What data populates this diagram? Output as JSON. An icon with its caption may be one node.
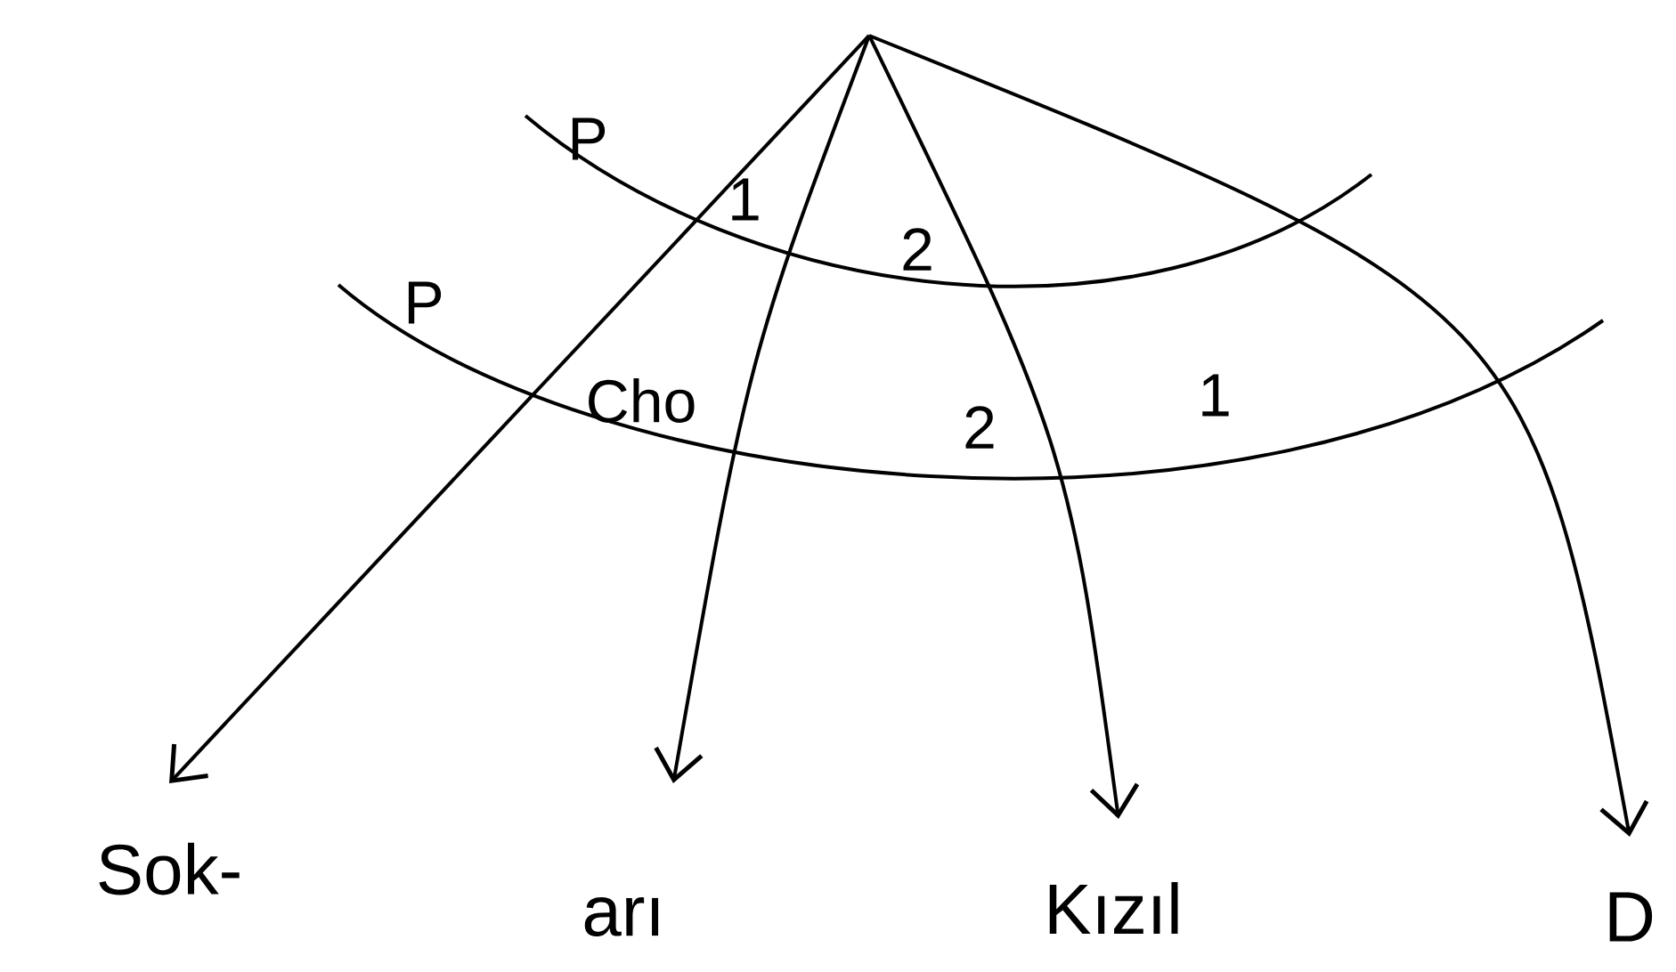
{
  "diagram": {
    "nodes": [
      {
        "text": [
          "Sok-"
        ]
      },
      {
        "text": [
          "arı"
        ]
      },
      {
        "text": [
          "Kızıl"
        ]
      },
      {
        "text": [
          "D"
        ]
      }
    ],
    "edges": [
      {
        "from": null,
        "to": 0,
        "arrow": "to"
      },
      {
        "from": null,
        "to": 1,
        "arrow": "to"
      },
      {
        "from": null,
        "to": 2,
        "arrow": "to"
      },
      {
        "from": null,
        "to": 3,
        "arrow": "to"
      }
    ],
    "labels": [
      "P",
      "P",
      "1",
      "2",
      "Cho",
      "2",
      "1"
    ]
  }
}
